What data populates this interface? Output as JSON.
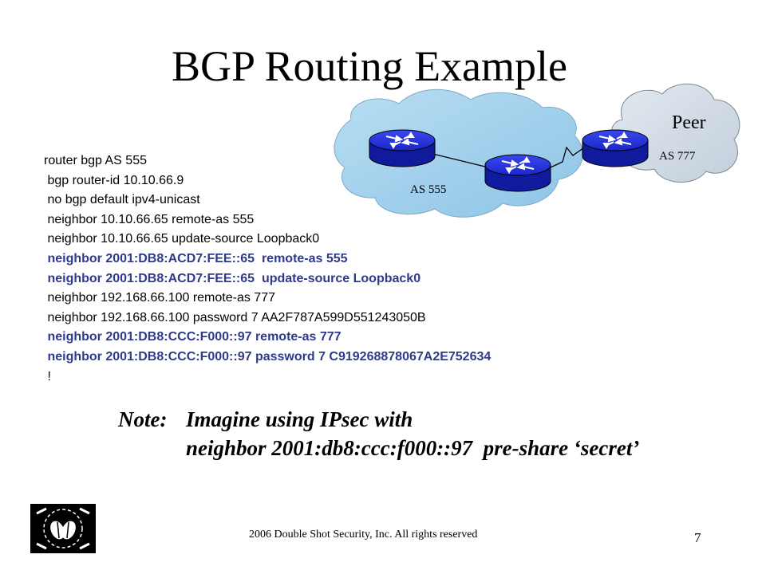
{
  "title": "BGP Routing Example",
  "diagram": {
    "local_as_label": "AS 555",
    "peer_label": "Peer",
    "peer_as_label": "AS 777",
    "colors": {
      "cloud": "#a7d5ef",
      "peer_cloud": "#d3dce6",
      "router": "#1f2dd6"
    }
  },
  "config": {
    "lines": [
      {
        "text": "router bgp AS 555",
        "style": "normal"
      },
      {
        "text": " bgp router-id 10.10.66.9",
        "style": "normal"
      },
      {
        "text": " no bgp default ipv4-unicast",
        "style": "normal"
      },
      {
        "text": " neighbor 10.10.66.65 remote-as 555",
        "style": "normal"
      },
      {
        "text": " neighbor 10.10.66.65 update-source Loopback0",
        "style": "normal"
      },
      {
        "text": " neighbor 2001:DB8:ACD7:FEE::65  remote-as 555",
        "style": "ipv6"
      },
      {
        "text": " neighbor 2001:DB8:ACD7:FEE::65  update-source Loopback0",
        "style": "ipv6"
      },
      {
        "text": " neighbor 192.168.66.100 remote-as 777",
        "style": "normal"
      },
      {
        "text": " neighbor 192.168.66.100 password 7 AA2F787A599D551243050B",
        "style": "normal"
      },
      {
        "text": " neighbor 2001:DB8:CCC:F000::97 remote-as 777",
        "style": "ipv6"
      },
      {
        "text": " neighbor 2001:DB8:CCC:F000::97 password 7 C919268878067A2E752634",
        "style": "ipv6"
      },
      {
        "text": " !",
        "style": "normal"
      }
    ]
  },
  "note": {
    "label": "Note:",
    "line1": "Imagine using IPsec with",
    "line2": "neighbor 2001:db8:ccc:f000::97  pre-share ‘secret’"
  },
  "footer": {
    "copyright": "2006 Double Shot Security, Inc. All rights reserved",
    "page_number": "7",
    "logo_icon": "double-shot-security-logo"
  }
}
